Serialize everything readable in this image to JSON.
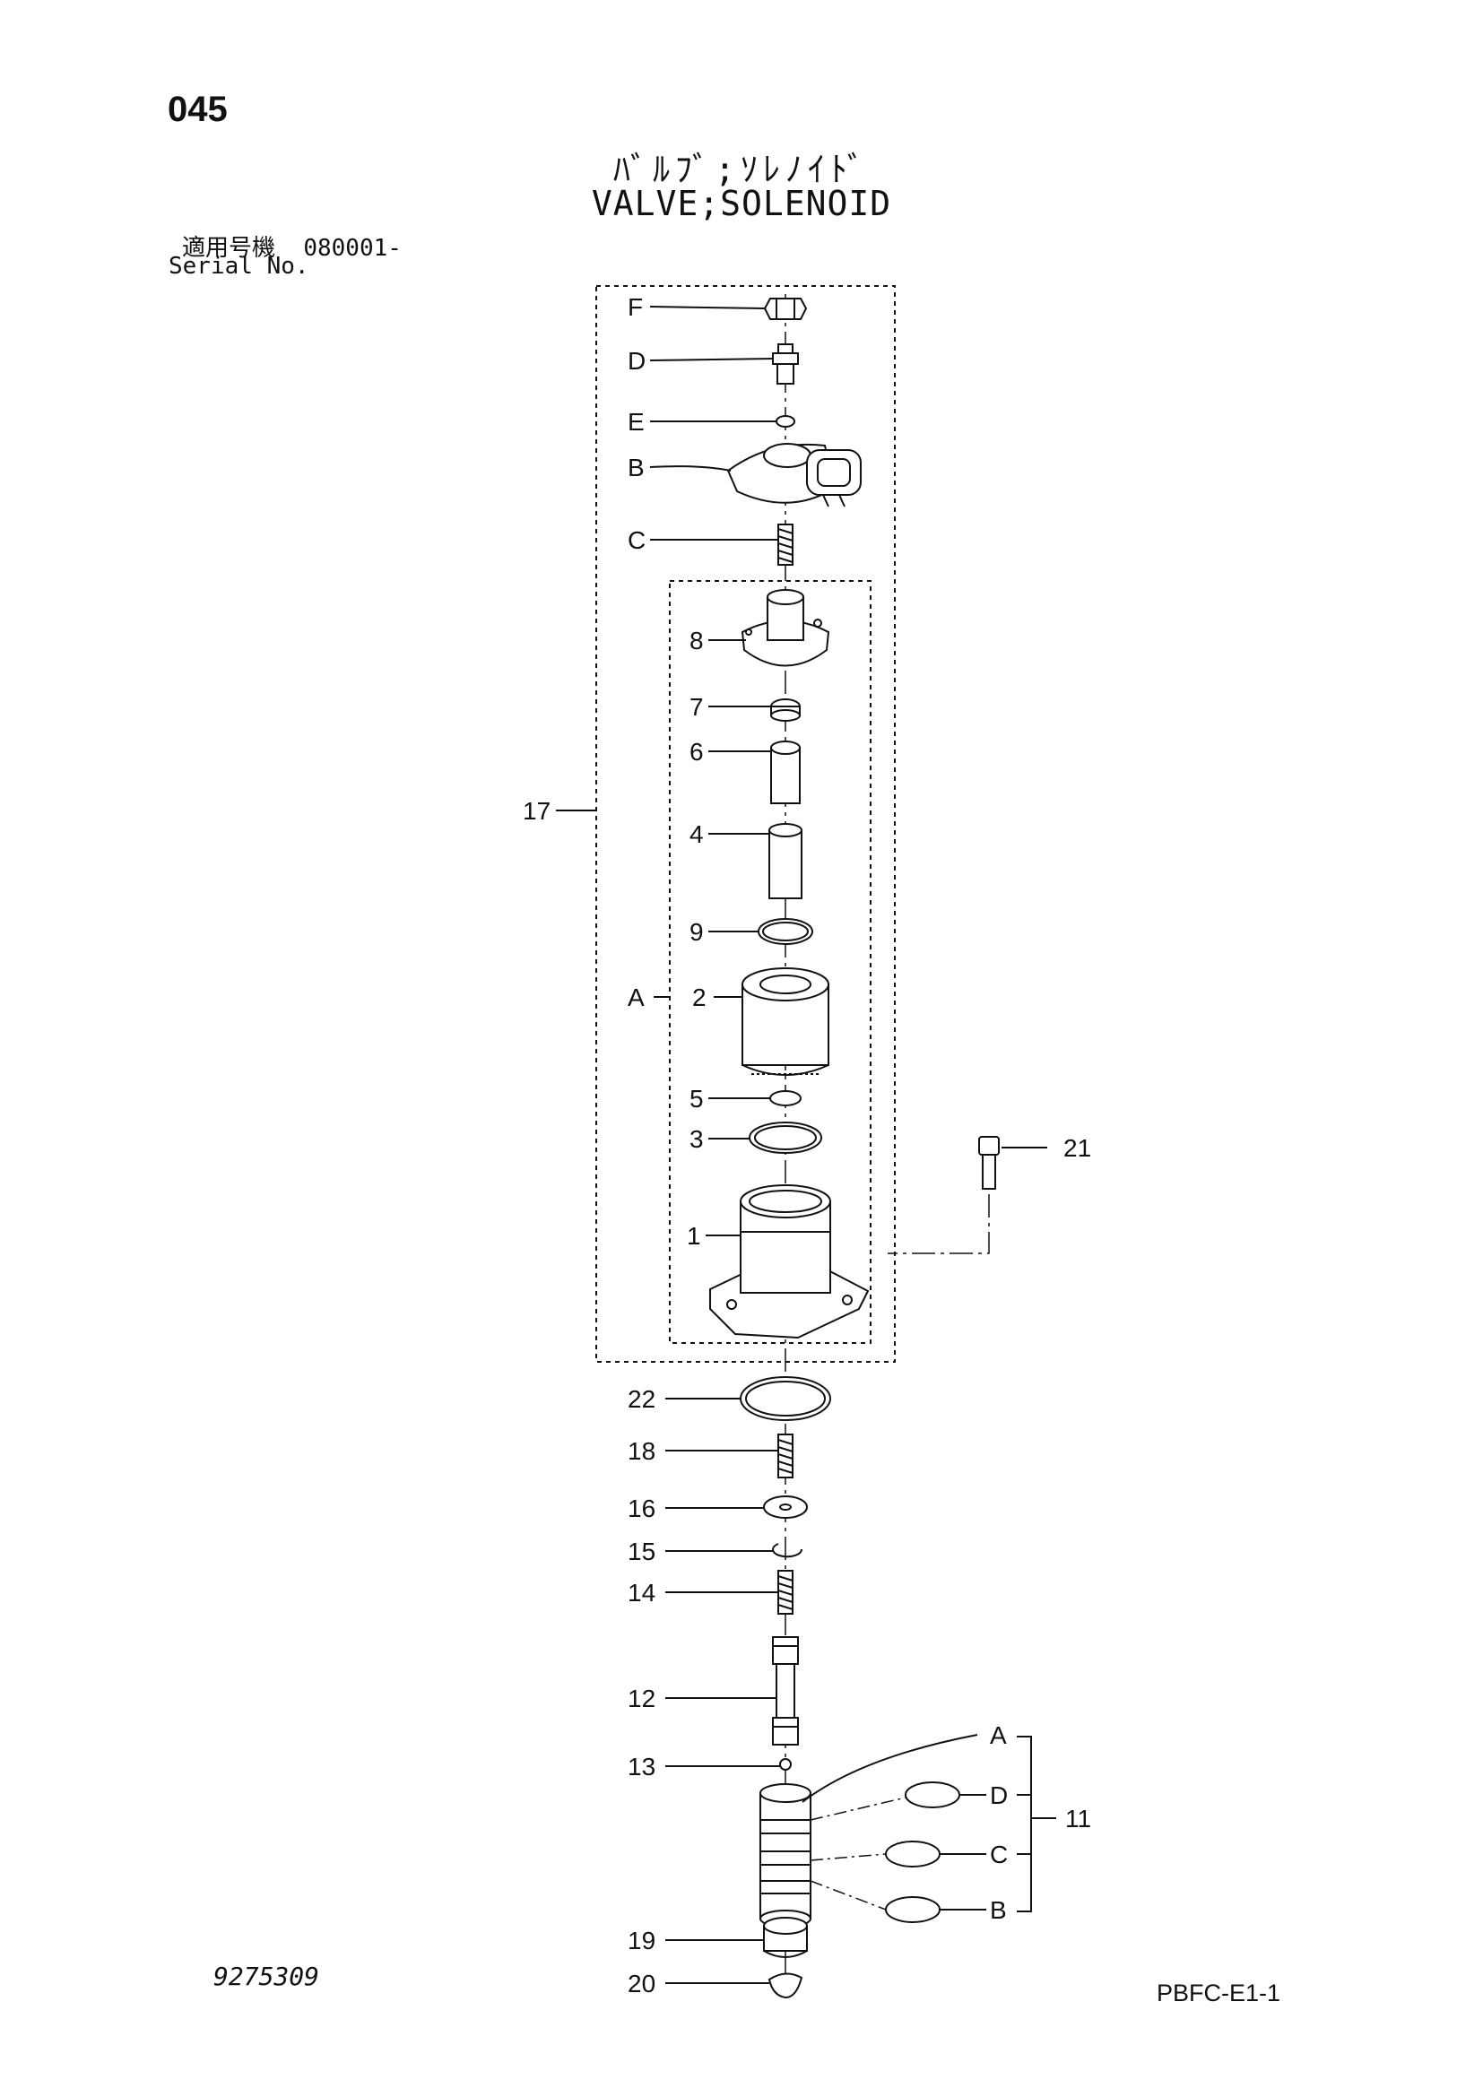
{
  "header": {
    "page_number": "045",
    "title_jp": "ﾊﾞﾙﾌﾞ;ｿﾚﾉｲﾄﾞ",
    "title_en": "VALVE;SOLENOID",
    "serial_label_jp": "適用号機",
    "serial_value": "080001-",
    "serial_label_en": "Serial No."
  },
  "footer": {
    "drawing_number": "9275309",
    "sheet_code": "PBFC-E1-1"
  },
  "callouts": {
    "F": "F",
    "D": "D",
    "E": "E",
    "B": "B",
    "C": "C",
    "p8": "8",
    "p7": "7",
    "p6": "6",
    "p4": "4",
    "p9": "9",
    "A": "A",
    "p2": "2",
    "p5": "5",
    "p3": "3",
    "p1": "1",
    "p17": "17",
    "p21": "21",
    "p22": "22",
    "p18": "18",
    "p16": "16",
    "p15": "15",
    "p14": "14",
    "p12": "12",
    "p13": "13",
    "kitA": "A",
    "kitD": "D",
    "kitC": "C",
    "kitB": "B",
    "p11": "11",
    "p19": "19",
    "p20": "20"
  },
  "colors": {
    "line": "#111111",
    "background": "#ffffff"
  }
}
